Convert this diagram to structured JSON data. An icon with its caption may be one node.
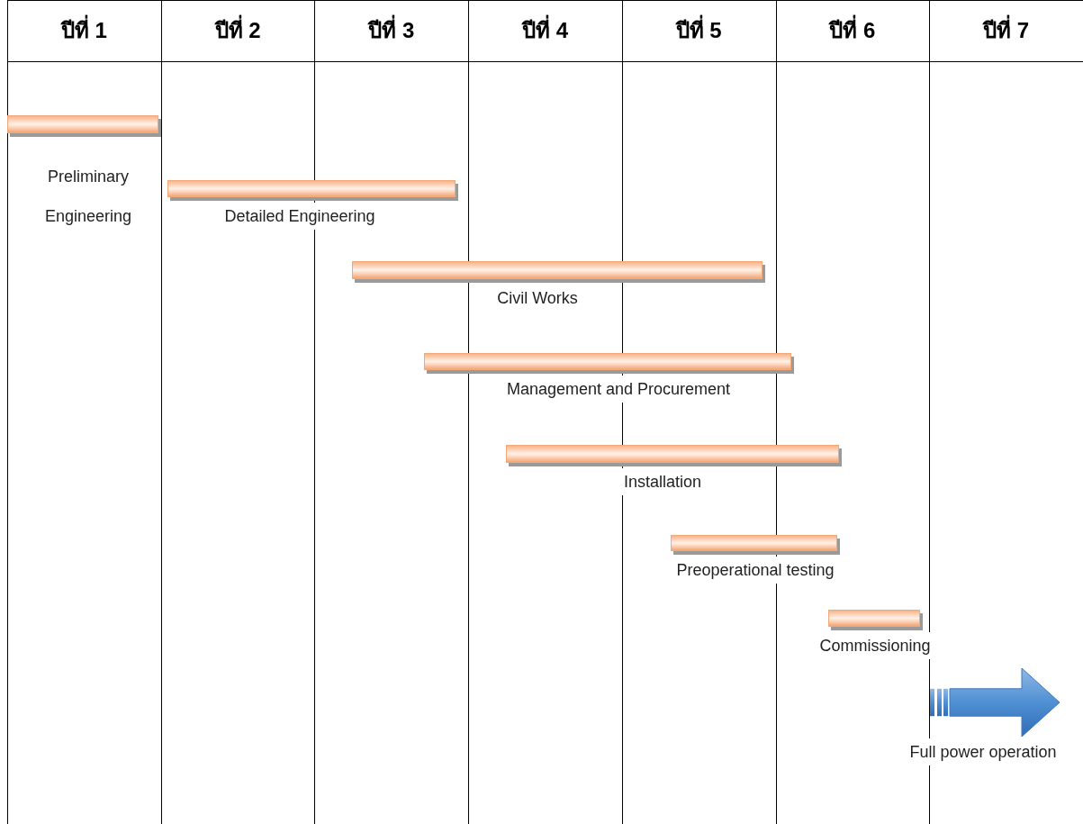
{
  "diagram": {
    "nodes": [
      {
        "text": [],
        "shape": "bar",
        "beside": [
          "Preliminary Engineering"
        ]
      },
      {
        "text": [],
        "shape": "bar",
        "beside": [
          "Detailed Engineering"
        ]
      },
      {
        "text": [],
        "shape": "bar",
        "beside": [
          "Civil Works"
        ]
      },
      {
        "text": [],
        "shape": "bar",
        "beside": [
          "Management and Procurement"
        ]
      },
      {
        "text": [],
        "shape": "bar",
        "beside": [
          "Installation"
        ]
      },
      {
        "text": [],
        "shape": "bar",
        "beside": [
          "Preoperational testing"
        ]
      },
      {
        "text": [],
        "shape": "bar",
        "beside": [
          "Commissioning"
        ]
      },
      {
        "text": [],
        "shape": "arrow",
        "beside": [
          "Full power operation"
        ]
      }
    ],
    "labels": [
      "ปีที่ 1",
      "ปีที่ 2",
      "ปีที่ 3",
      "ปีที่ 4",
      "ปีที่ 5",
      "ปีที่ 6",
      "ปีที่ 7"
    ]
  }
}
